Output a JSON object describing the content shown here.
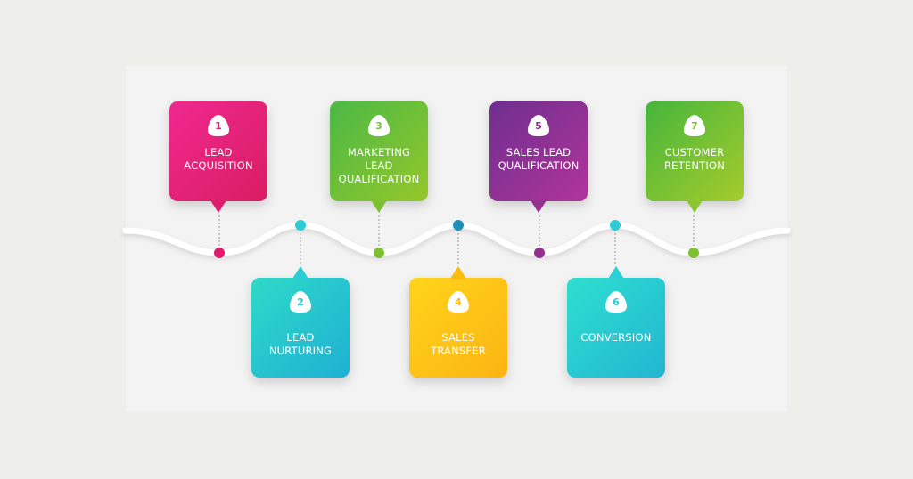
{
  "colors": {
    "background": "#eeeeeb",
    "panel": "#f3f3f3",
    "magenta": "#e01e6e",
    "green": "#7fc032",
    "purple": "#94318f",
    "cyan": "#2bccd4",
    "yellow": "#fbbc12",
    "teal_dot": "#1e8fb8"
  },
  "steps": [
    {
      "number": "1",
      "label": "LEAD\nACQUISITION",
      "color": "#e01e6e",
      "position": "top"
    },
    {
      "number": "2",
      "label": "LEAD\nNURTURING",
      "color": "#2bccd4",
      "position": "bottom"
    },
    {
      "number": "3",
      "label": "MARKETING\nLEAD\nQUALIFICATION",
      "color": "#7fc032",
      "position": "top"
    },
    {
      "number": "4",
      "label": "SALES\nTRANSFER",
      "color": "#fbbc12",
      "position": "bottom"
    },
    {
      "number": "5",
      "label": "SALES LEAD\nQUALIFICATION",
      "color": "#94318f",
      "position": "top"
    },
    {
      "number": "6",
      "label": "CONVERSION",
      "color": "#2bccd4",
      "position": "bottom"
    },
    {
      "number": "7",
      "label": "CUSTOMER\nRETENTION",
      "color": "#7fc032",
      "position": "top"
    }
  ],
  "dots": [
    {
      "color": "#e01e6e"
    },
    {
      "color": "#2bccd4"
    },
    {
      "color": "#7fc032"
    },
    {
      "color": "#1e8fb8"
    },
    {
      "color": "#94318f"
    },
    {
      "color": "#2bccd4"
    },
    {
      "color": "#7fc032"
    }
  ]
}
